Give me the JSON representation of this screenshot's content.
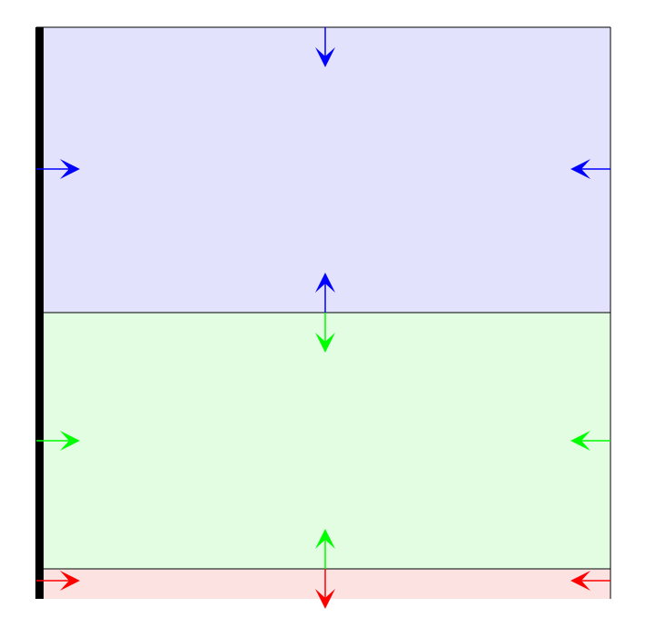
{
  "colors": {
    "blue_fill": "#e2e2fd",
    "blue_stroke": "#0000ff",
    "green_fill": "#e2fde2",
    "green_stroke": "#00ff00",
    "red_fill": "#fde2e2",
    "red_stroke": "#ff0000",
    "outline": "#000000",
    "background": "#ffffff"
  },
  "regions": [
    {
      "id": "top",
      "color": "blue"
    },
    {
      "id": "middle",
      "color": "green"
    },
    {
      "id": "bottom",
      "color": "red"
    }
  ],
  "arrows": [
    {
      "id": "top-arrow-down-from-top",
      "color": "blue",
      "direction": "down"
    },
    {
      "id": "top-arrow-right-from-left",
      "color": "blue",
      "direction": "right"
    },
    {
      "id": "top-arrow-left-from-right",
      "color": "blue",
      "direction": "left"
    },
    {
      "id": "top-arrow-up-from-bottom",
      "color": "blue",
      "direction": "up"
    },
    {
      "id": "middle-arrow-down-from-top",
      "color": "green",
      "direction": "down"
    },
    {
      "id": "middle-arrow-right-from-left",
      "color": "green",
      "direction": "right"
    },
    {
      "id": "middle-arrow-left-from-right",
      "color": "green",
      "direction": "left"
    },
    {
      "id": "middle-arrow-up-from-bottom",
      "color": "green",
      "direction": "up"
    },
    {
      "id": "bottom-arrow-down-from-top",
      "color": "red",
      "direction": "down"
    },
    {
      "id": "bottom-arrow-right-from-left",
      "color": "red",
      "direction": "right"
    },
    {
      "id": "bottom-arrow-left-from-right",
      "color": "red",
      "direction": "left"
    }
  ]
}
